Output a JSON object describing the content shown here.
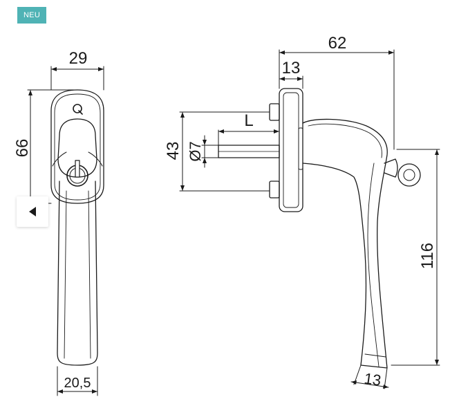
{
  "badge": {
    "label": "NEU",
    "color": "#4fb3b5"
  },
  "colors": {
    "line": "#1a1a1a",
    "accent": "#4fb3b5"
  },
  "navigation": {
    "prev_icon": "chevron-left-icon"
  },
  "dimensions": {
    "front_width": "29",
    "front_height": "66",
    "front_base_width": "20,5",
    "side_total_width": "62",
    "rosette_depth": "13",
    "screw_spacing": "43",
    "spindle_diameter": "Ø7",
    "spindle_length": "L",
    "handle_height": "116",
    "grip_width": "13"
  }
}
